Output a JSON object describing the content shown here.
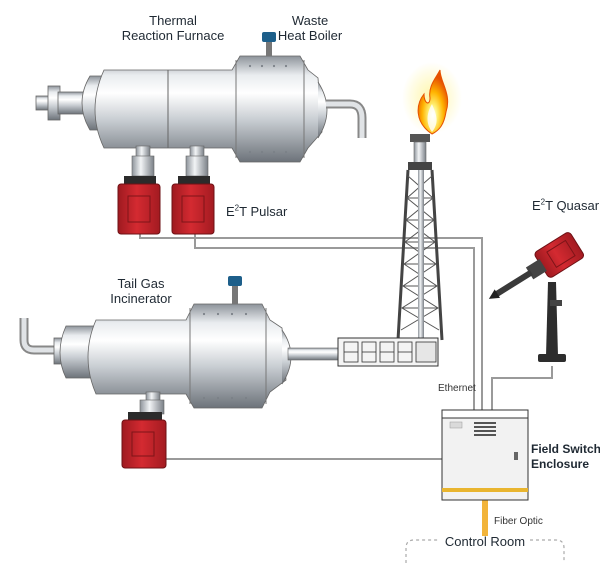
{
  "labels": {
    "thermal_line1": "Thermal",
    "thermal_line2": "Reaction Furnace",
    "waste_line1": "Waste",
    "waste_line2": "Heat Boiler",
    "pulsar_prefix": "E",
    "pulsar_sup": "2",
    "pulsar_suffix": "T Pulsar",
    "quasar_prefix": "E",
    "quasar_sup": "2",
    "quasar_suffix": "T Quasar",
    "tailgas_line1": "Tail Gas",
    "tailgas_line2": "Incinerator",
    "ethernet": "Ethernet",
    "switch_line1": "Field Switch",
    "switch_line2": "Enclosure",
    "fiber": "Fiber Optic",
    "control_room": "Control Room"
  },
  "colors": {
    "analyzer_red": "#c8242b",
    "cable": "#9a9a9a",
    "fiber": "#f2b43a",
    "flame": "#ff8a00",
    "enclosure_stripe": "#e9b52f"
  }
}
